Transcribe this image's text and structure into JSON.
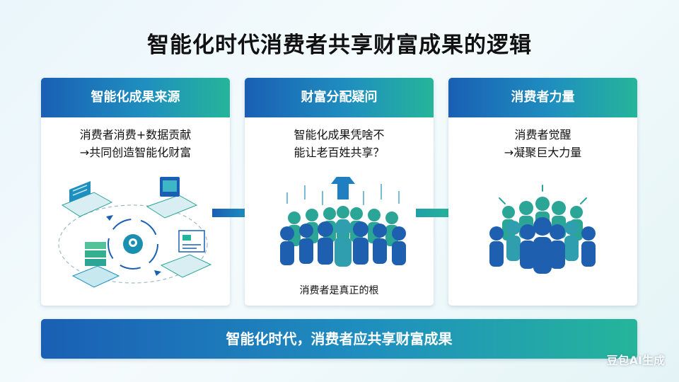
{
  "title": "智能化时代消费者共享财富成果的逻辑",
  "cards": [
    {
      "heading": "智能化成果来源",
      "lines": [
        "消费者消费+数据贡献",
        "→共同创造智能化财富"
      ],
      "illustration": "data-network-icon"
    },
    {
      "heading": "财富分配疑问",
      "lines": [
        "智能化成果凭啥不",
        "能让老百姓共享？"
      ],
      "caption": "消费者是真正的根",
      "illustration": "crowd-with-up-arrow-icon"
    },
    {
      "heading": "消费者力量",
      "lines": [
        "消费者觉醒",
        "→凝聚巨大力量"
      ],
      "illustration": "crowd-icon"
    }
  ],
  "banner": "智能化时代，消费者应共享财富成果",
  "watermark": "豆包AI生成",
  "colors": {
    "gradient_start": "#1a5fb4",
    "gradient_mid": "#1f8fbf",
    "gradient_end": "#25b59a",
    "people_blue": "#1e5fb0",
    "people_teal": "#2aa596"
  }
}
